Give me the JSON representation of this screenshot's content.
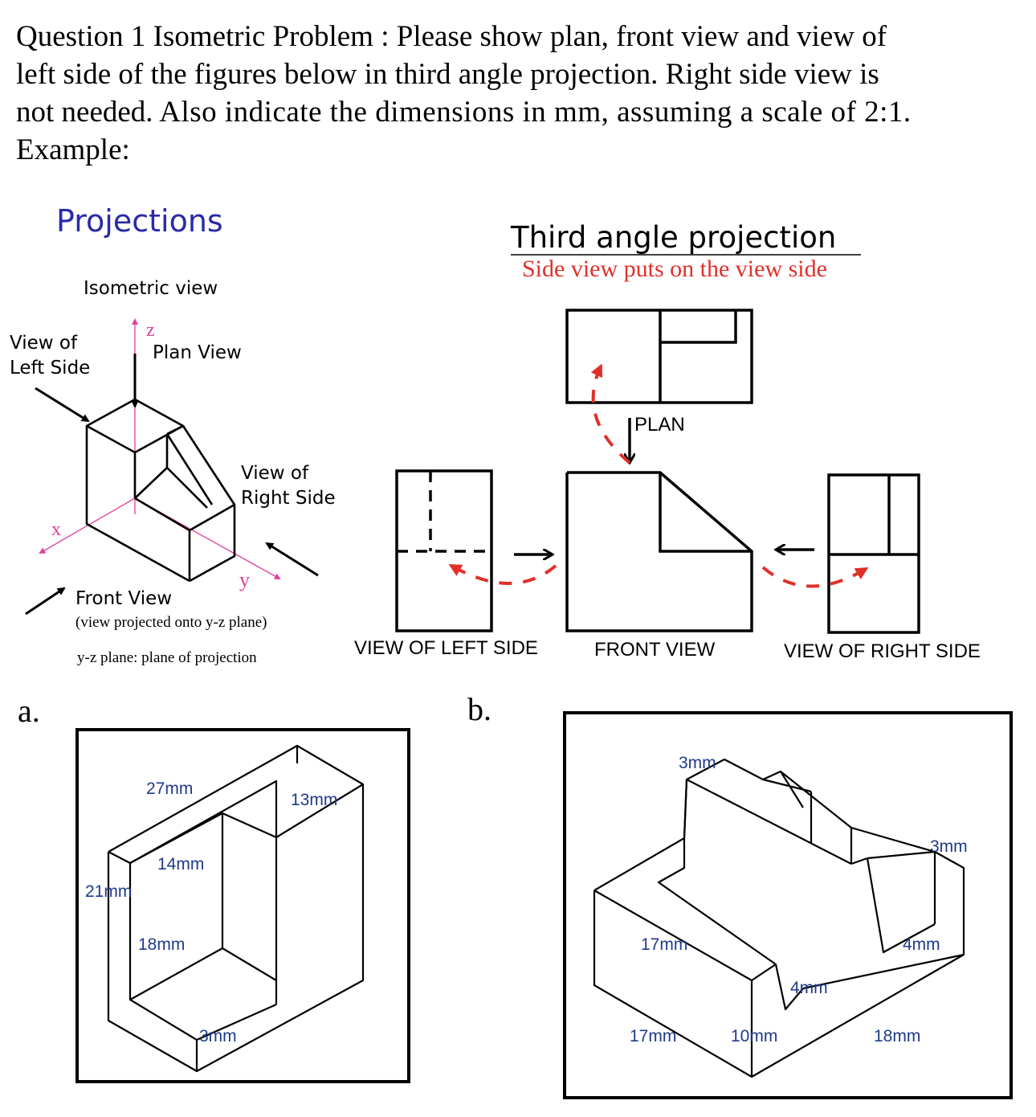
{
  "question": {
    "line1": "Question 1 Isometric Problem : Please show plan, front view and view of",
    "line2": "left side of the figures below in third angle projection. Right side view is",
    "line3a": "not needed.",
    "line3b": " Also indicate the dimensions in mm, assuming a scale of 2:1.",
    "line4": "Example:"
  },
  "example": {
    "projections_title": "Projections",
    "isometric_label": "Isometric view",
    "view_left_side_1": "View of",
    "view_left_side_2": "Left Side",
    "plan_view": "Plan View",
    "view_right_side_1": "View of",
    "view_right_side_2": "Right Side",
    "front_view": "Front View",
    "front_view_note": "(view  projected onto y-z plane)",
    "plane_note": "y-z plane: plane of projection",
    "axis_x": "x",
    "axis_y": "y",
    "axis_z": "z",
    "third_angle_title": "Third angle projection",
    "third_angle_subtitle": "Side view puts on the view side",
    "plan_label": "PLAN",
    "left_side_label": "VIEW OF LEFT SIDE",
    "front_view_label": "FRONT VIEW",
    "right_side_label": "VIEW OF RIGHT SIDE",
    "colors": {
      "title_blue": "#2a2aa8",
      "axis_pink": "#e0409a",
      "arrow_red": "#e0302a",
      "dim_blue": "#1f3a8a"
    }
  },
  "figure_a": {
    "label": "a.",
    "dims": {
      "d27": "27mm",
      "d13": "13mm",
      "d14": "14mm",
      "d21": "21mm",
      "d18": "18mm",
      "d3": "3mm"
    }
  },
  "figure_b": {
    "label": "b.",
    "dims": {
      "d3top": "3mm",
      "d3right": "3mm",
      "d17a": "17mm",
      "d4a": "4mm",
      "d4b": "4mm",
      "d17b": "17mm",
      "d10": "10mm",
      "d18": "18mm"
    }
  }
}
